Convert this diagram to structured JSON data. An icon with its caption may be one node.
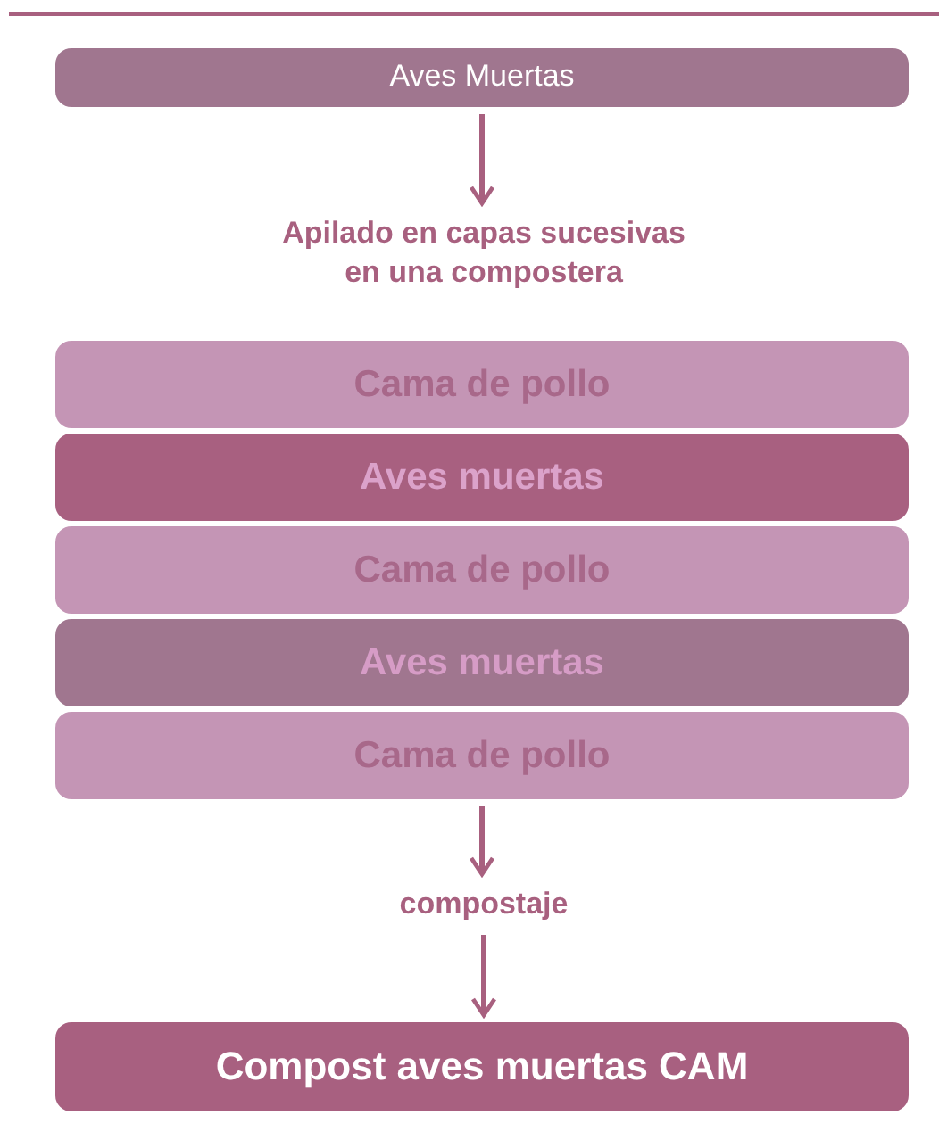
{
  "diagram": {
    "nodes": [
      {
        "text": [
          "Aves Muertas"
        ]
      },
      {
        "text": [
          "Apilado en capas sucesivas en una compostera"
        ]
      },
      {
        "text": [
          "Cama de pollo"
        ]
      },
      {
        "text": [
          "Aves muertas"
        ]
      },
      {
        "text": [
          "Cama de pollo"
        ]
      },
      {
        "text": [
          "Aves muertas"
        ]
      },
      {
        "text": [
          "Cama de pollo"
        ]
      },
      {
        "text": [
          "compostaje"
        ]
      },
      {
        "text": [
          "Compost aves muertas CAM"
        ]
      }
    ],
    "edges": [
      {
        "from": 0,
        "to": 1,
        "arrow": "to"
      },
      {
        "from": 6,
        "to": 7,
        "arrow": "to"
      },
      {
        "from": 7,
        "to": 8,
        "arrow": "to"
      }
    ]
  }
}
